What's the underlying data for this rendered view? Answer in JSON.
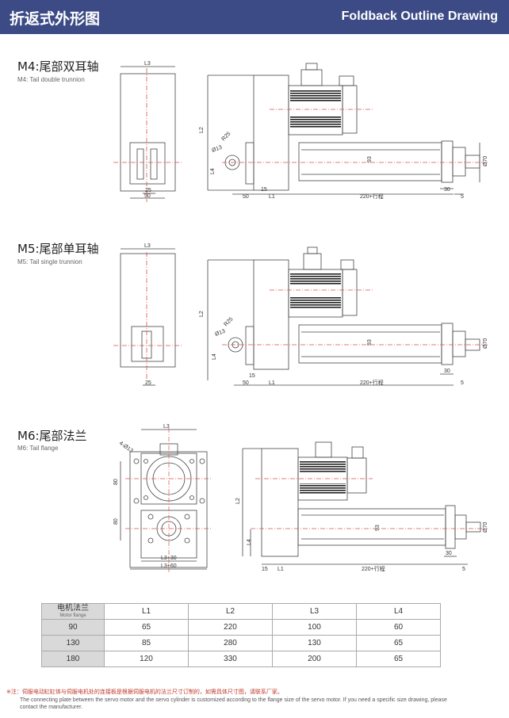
{
  "header": {
    "title_cn": "折返式外形图",
    "title_en": "Foldback Outline Drawing"
  },
  "sections": [
    {
      "title": "M4:尾部双耳轴",
      "subtitle": "M4: Tail double trunnion"
    },
    {
      "title": "M5:尾部单耳轴",
      "subtitle": "M5: Tail single trunnion"
    },
    {
      "title": "M6:尾部法兰",
      "subtitle": "M6: Tail flange"
    }
  ],
  "dims": {
    "L1": "L1",
    "L2": "L2",
    "L3": "L3",
    "L4": "L4",
    "d15": "15",
    "d50": "50",
    "d25": "25",
    "d30": "30",
    "d5": "5",
    "d93": "93",
    "stroke": "220+行程",
    "dia70": "Ø70",
    "dia13": "Ø13",
    "r25": "R25",
    "d80": "80",
    "l3p30": "L3+30",
    "l3p60": "L3+60",
    "holes": "4-Ø13"
  },
  "table": {
    "header": [
      "L1",
      "L2",
      "L3",
      "L4"
    ],
    "header_first_cn": "电机法兰",
    "header_first_en": "Motor flange",
    "rows": [
      {
        "flange": "90",
        "L1": "65",
        "L2": "220",
        "L3": "100",
        "L4": "60"
      },
      {
        "flange": "130",
        "L1": "85",
        "L2": "280",
        "L3": "130",
        "L4": "65"
      },
      {
        "flange": "180",
        "L1": "120",
        "L2": "330",
        "L3": "200",
        "L4": "65"
      }
    ]
  },
  "note_cn": "※注：伺服电动缸缸体与伺服电机处的连接板是根据伺服电机的法兰尺寸订制的，如需具体尺寸图，请联系厂家。",
  "note_en": "The connecting plate between the servo motor and the servo cylinder is customized according to the flange size of the servo motor. If you need a specific size drawing, please contact the manufacturer."
}
